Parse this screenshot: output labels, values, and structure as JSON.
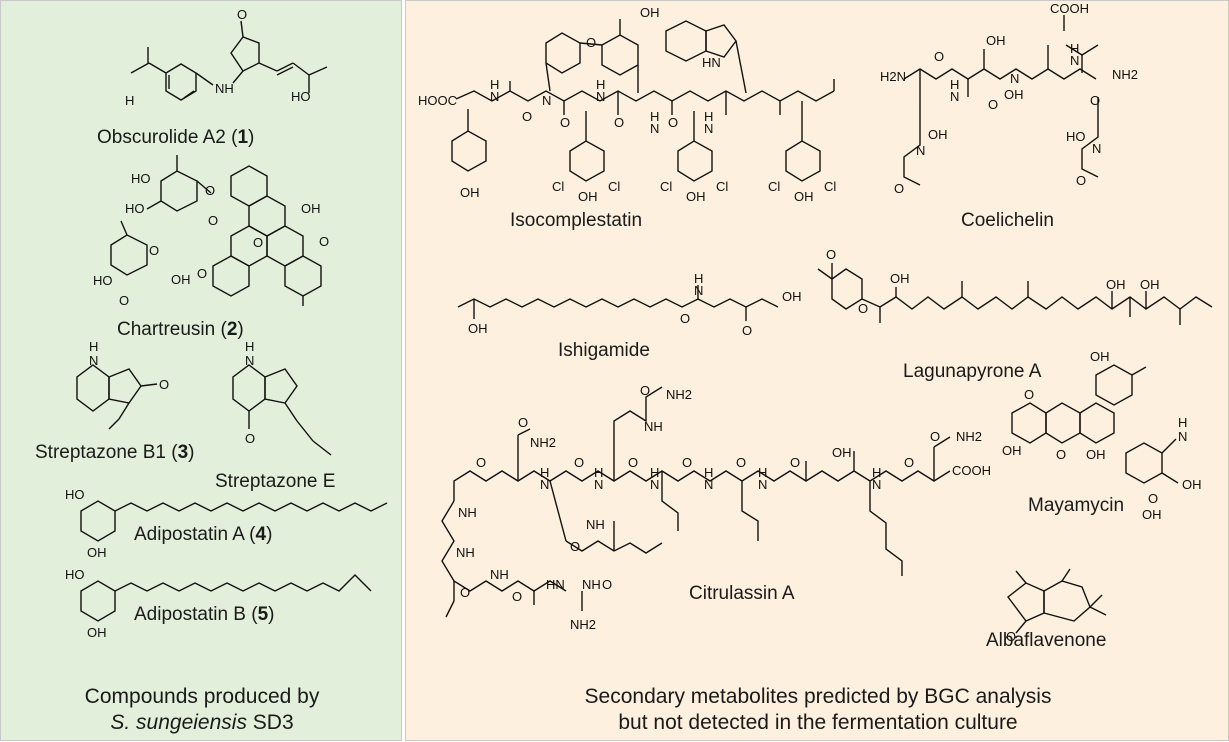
{
  "colors": {
    "left_bg": "#e2efda",
    "right_bg": "#fdf0de",
    "ink": "#1a1a1a"
  },
  "left": {
    "compounds": [
      {
        "name": "Obscurolide A2",
        "number": "1"
      },
      {
        "name": "Chartreusin",
        "number": "2"
      },
      {
        "name": "Streptazone B1",
        "number": "3"
      },
      {
        "name": "Streptazone E",
        "number": ""
      },
      {
        "name": "Adipostatin A",
        "number": "4"
      },
      {
        "name": "Adipostatin B",
        "number": "5"
      }
    ],
    "caption": {
      "line1": "Compounds produced by",
      "line2_italic": "S. sungeiensis",
      "line2_rest": " SD3"
    }
  },
  "right": {
    "compounds": [
      "Isocomplestatin",
      "Coelichelin",
      "Ishigamide",
      "Lagunapyrone A",
      "Citrulassin A",
      "Mayamycin",
      "Albaflavenone"
    ],
    "caption": {
      "line1": "Secondary metabolites predicted by BGC analysis",
      "line2": "but not detected in the fermentation culture"
    }
  },
  "atom_labels": {
    "obscurolide": [
      "O",
      "H",
      "NH",
      "HO"
    ],
    "chartreusin": [
      "HO",
      "HO",
      "O",
      "O",
      "OH",
      "O",
      "O",
      "HO",
      "OH",
      "O",
      "O",
      "O"
    ],
    "streptazone_b1": [
      "H",
      "N",
      "O"
    ],
    "streptazone_e": [
      "H",
      "N",
      "O"
    ],
    "adipostatin_a": [
      "HO",
      "OH"
    ],
    "adipostatin_b": [
      "HO",
      "OH"
    ],
    "isocomplestatin": [
      "OH",
      "O",
      "HN",
      "HOOC",
      "H",
      "N",
      "N",
      "O",
      "O",
      "H",
      "N",
      "O",
      "H",
      "N",
      "O",
      "H",
      "N",
      "Cl",
      "Cl",
      "OH",
      "Cl",
      "Cl",
      "OH",
      "Cl",
      "Cl",
      "OH",
      "OH"
    ],
    "coelichelin": [
      "COOH",
      "OH",
      "H2N",
      "O",
      "H",
      "N",
      "O",
      "N",
      "OH",
      "H",
      "N",
      "NH2",
      "O",
      "N",
      "OH",
      "O",
      "HO",
      "N",
      "O"
    ],
    "ishigamide": [
      "OH",
      "H",
      "N",
      "O",
      "OH",
      "O"
    ],
    "lagunapyrone": [
      "O",
      "O",
      "OH",
      "OH",
      "OH"
    ],
    "citrulassin": [
      "NH2",
      "O",
      "NH",
      "O",
      "NH2",
      "O",
      "H",
      "N",
      "O",
      "H",
      "N",
      "O",
      "H",
      "N",
      "O",
      "H",
      "N",
      "O",
      "H",
      "N",
      "O",
      "OH",
      "H",
      "N",
      "O",
      "NH2",
      "COOH",
      "O",
      "NH",
      "NH",
      "O",
      "NH",
      "O",
      "HN",
      "O",
      "NH",
      "NH",
      "O",
      "NH2"
    ],
    "mayamycin": [
      "O",
      "OH",
      "OH",
      "O",
      "OH",
      "H",
      "N",
      "OH",
      "O",
      "OH"
    ],
    "albaflavenone": [
      "O"
    ]
  }
}
